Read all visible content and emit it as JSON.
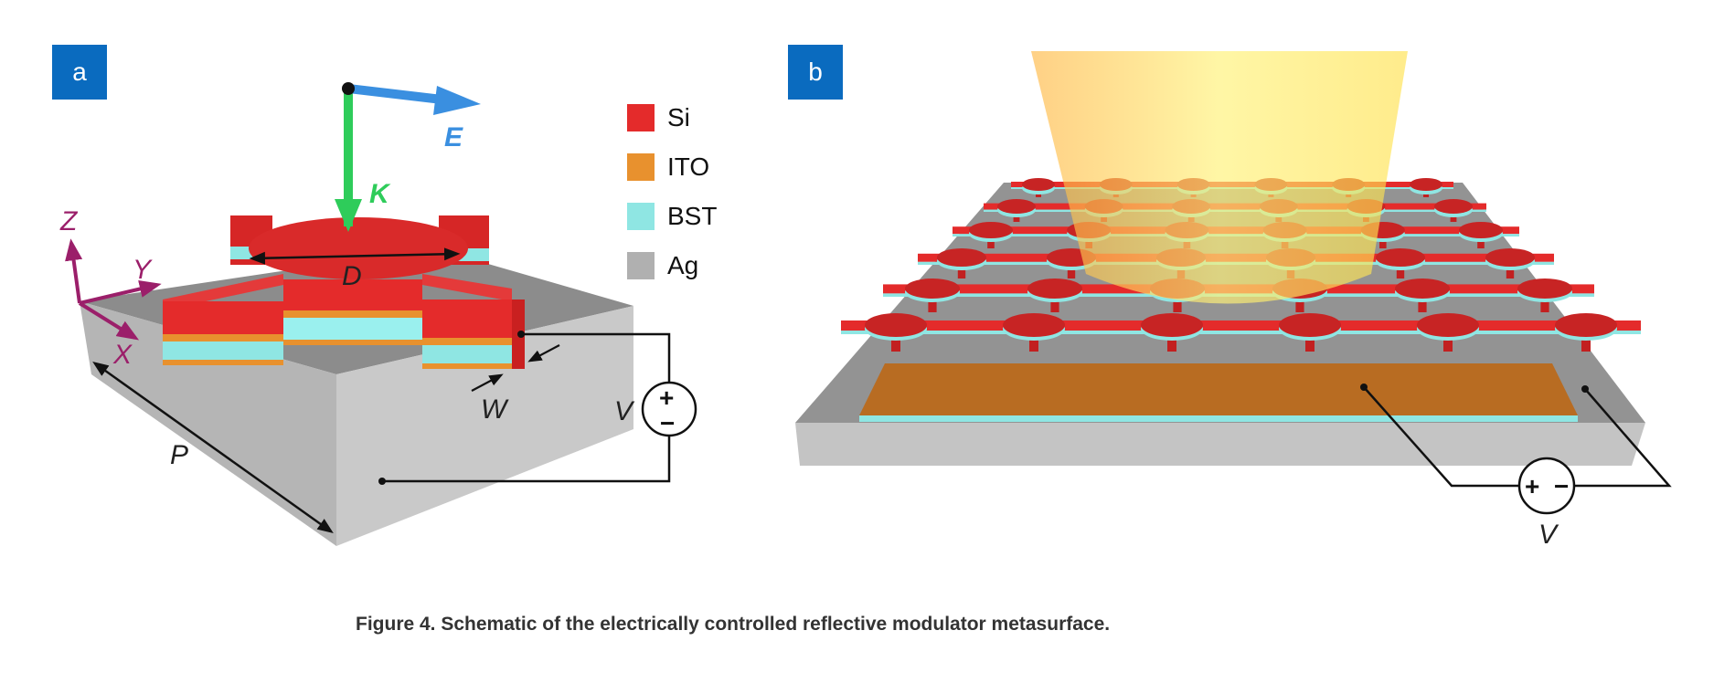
{
  "panels": {
    "a": "a",
    "b": "b"
  },
  "colors": {
    "badge": "#0a6bbf",
    "si": "#e42b2b",
    "ito": "#e8912e",
    "bst": "#8fe6e3",
    "ag": "#b0b0b0",
    "e_arrow": "#3a8fe0",
    "k_arrow": "#2ecc5a",
    "axes": "#9b1f6a"
  },
  "legend": [
    {
      "label": "Si",
      "color": "#e42b2b"
    },
    {
      "label": "ITO",
      "color": "#e8912e"
    },
    {
      "label": "BST",
      "color": "#8fe6e3"
    },
    {
      "label": "Ag",
      "color": "#b0b0b0"
    }
  ],
  "labels_a": {
    "E": "E",
    "K": "K",
    "Z": "Z",
    "Y": "Y",
    "X": "X",
    "D": "D",
    "W": "W",
    "P": "P",
    "V": "V",
    "plus": "+",
    "minus": "−"
  },
  "labels_b": {
    "V": "V",
    "plus": "+",
    "minus": "−"
  },
  "caption": "Figure 4.  Schematic of the electrically controlled reflective modulator metasurface."
}
